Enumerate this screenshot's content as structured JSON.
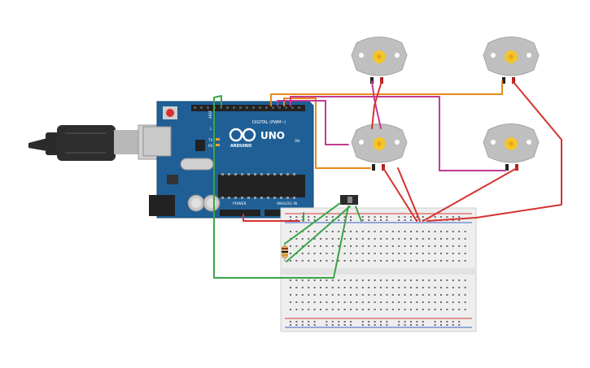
{
  "arduino": {
    "brand": "ARDUINO",
    "model": "UNO",
    "digital_label": "DIGITAL (PWM~)",
    "power_label": "POWER",
    "analog_label": "ANALOG IN",
    "aref_label": "AREF",
    "gnd_label": "GND",
    "tx_label": "TX",
    "rx_label": "RX",
    "on_label": "ON",
    "l_label": "L",
    "board_color": "#1f5f96",
    "chip_color": "#222222"
  },
  "breadboard": {
    "body_color": "#eeeeee",
    "rail_red": "#d83a3a",
    "rail_blue": "#3a5fc8"
  },
  "motors": {
    "count": 4,
    "body_color": "#bfbfbf",
    "shaft_color": "#f4c52c"
  },
  "wires": {
    "orange": "#e88a17",
    "magenta": "#c23a94",
    "red": "#d6322e",
    "green": "#3aa548"
  },
  "components": {
    "switch": "slide-switch",
    "resistor": "resistor",
    "usb": "usb-cable"
  }
}
